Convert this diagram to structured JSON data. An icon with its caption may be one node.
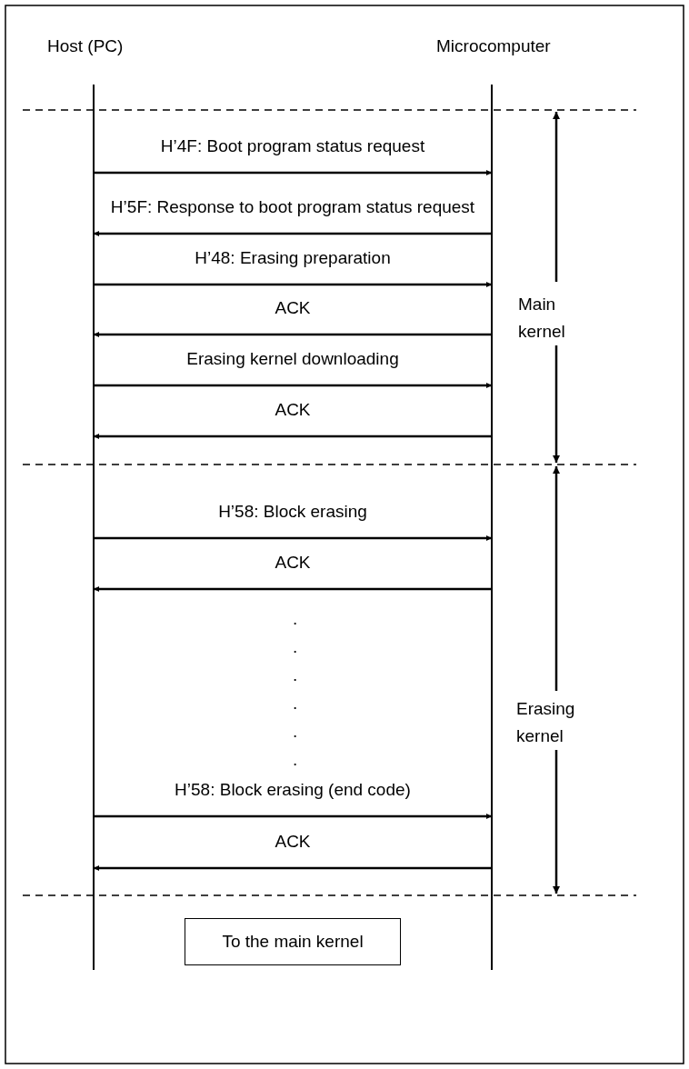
{
  "diagram": {
    "nodes": [
      {
        "text": [
          "Host (PC)"
        ]
      },
      {
        "text": [
          "Microcomputer"
        ]
      },
      {
        "text": [
          "To the main kernel"
        ]
      }
    ],
    "edges": [
      {
        "from": 0,
        "to": 1,
        "arrow": "to",
        "label": "H’4F: Boot program status request"
      },
      {
        "from": 1,
        "to": 0,
        "arrow": "to",
        "label": "H’5F: Response to boot program status request"
      },
      {
        "from": 0,
        "to": 1,
        "arrow": "to",
        "label": "H’48: Erasing preparation"
      },
      {
        "from": 1,
        "to": 0,
        "arrow": "to",
        "label": "ACK"
      },
      {
        "from": 0,
        "to": 1,
        "arrow": "to",
        "label": "Erasing kernel downloading"
      },
      {
        "from": 1,
        "to": 0,
        "arrow": "to",
        "label": "ACK"
      },
      {
        "from": 0,
        "to": 1,
        "arrow": "to",
        "label": "H’58: Block erasing"
      },
      {
        "from": 1,
        "to": 0,
        "arrow": "to",
        "label": "ACK"
      },
      {
        "from": 0,
        "to": 1,
        "arrow": "to",
        "label": "H’58: Block erasing (end code)"
      },
      {
        "from": 1,
        "to": 0,
        "arrow": "to",
        "label": "ACK"
      }
    ],
    "labels": [
      "Main kernel",
      ".",
      ".",
      ".",
      ".",
      "Erasing kernel",
      ".",
      "."
    ]
  }
}
